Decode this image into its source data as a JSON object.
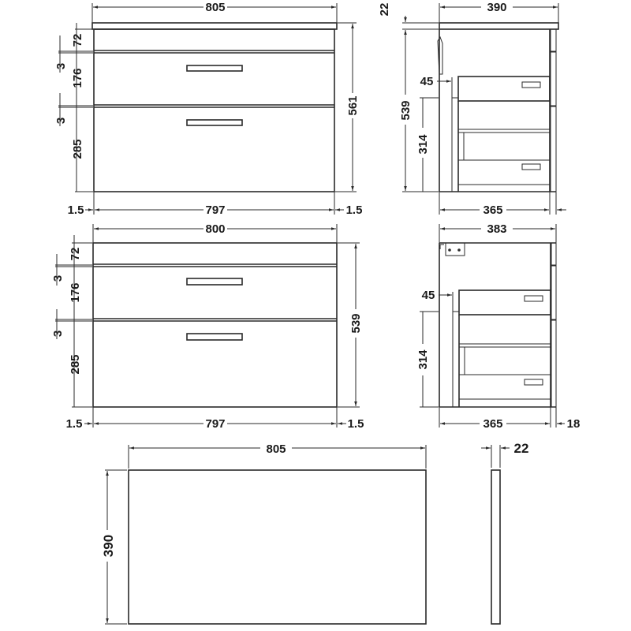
{
  "views": {
    "front_with_top": {
      "overall_width": "805",
      "overall_height": "561",
      "carcass_width": "797",
      "side_offset_left": "1.5",
      "side_offset_right": "1.5",
      "top_rail": "72",
      "gap_1": "3",
      "drawer_1": "176",
      "gap_2": "3",
      "drawer_2": "285"
    },
    "side_with_top": {
      "top_thickness": "22",
      "overall_depth": "390",
      "height": "539",
      "drawer_setback": "45",
      "lower_height": "314",
      "carcass_depth": "365"
    },
    "front_no_top": {
      "overall_width": "800",
      "overall_height": "539",
      "carcass_width": "797",
      "side_offset_left": "1.5",
      "side_offset_right": "1.5",
      "top_rail": "72",
      "gap_1": "3",
      "drawer_1": "176",
      "gap_2": "3",
      "drawer_2": "285"
    },
    "side_no_top": {
      "overall_depth": "383",
      "drawer_setback": "45",
      "lower_height": "314",
      "carcass_depth": "365",
      "front_thickness": "18"
    },
    "worktop": {
      "width": "805",
      "depth": "390",
      "thickness": "22"
    }
  },
  "colors": {
    "line": "#2a2a2a",
    "background": "#ffffff"
  }
}
